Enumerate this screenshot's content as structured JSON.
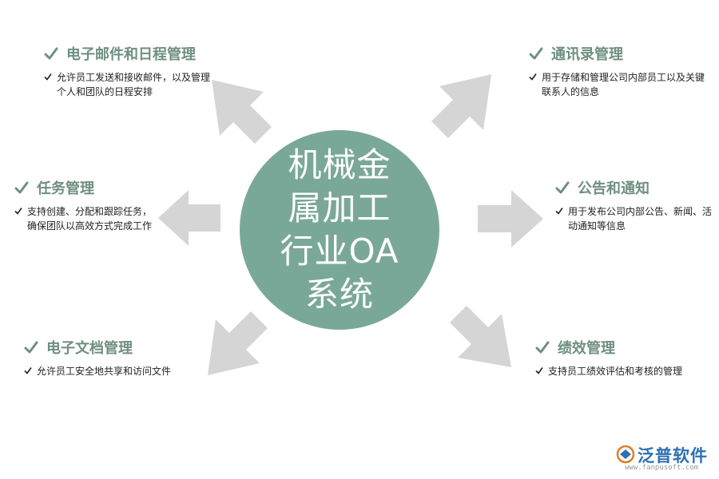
{
  "center": {
    "title": "机械金属加工行业OA系统"
  },
  "features": [
    {
      "title": "电子邮件和日程管理",
      "desc": "允许员工发送和接收邮件，以及管理个人和团队的日程安排"
    },
    {
      "title": "任务管理",
      "desc": "支持创建、分配和跟踪任务，确保团队以高效方式完成工作"
    },
    {
      "title": "电子文档管理",
      "desc": "允许员工安全地共享和访问文件"
    },
    {
      "title": "通讯录管理",
      "desc": "用于存储和管理公司内部员工以及关键联系人的信息"
    },
    {
      "title": "公告和通知",
      "desc": "用于发布公司内部公告、新闻、活动通知等信息"
    },
    {
      "title": "绩效管理",
      "desc": "支持员工绩效评估和考核的管理"
    }
  ],
  "logo": {
    "name": "泛普软件",
    "url": "www.fanpusoft.com"
  },
  "colors": {
    "circle": "#7aa898",
    "title": "#6f8f80",
    "arrow": "#d5d5d5",
    "logo": "#2e6fb3"
  }
}
